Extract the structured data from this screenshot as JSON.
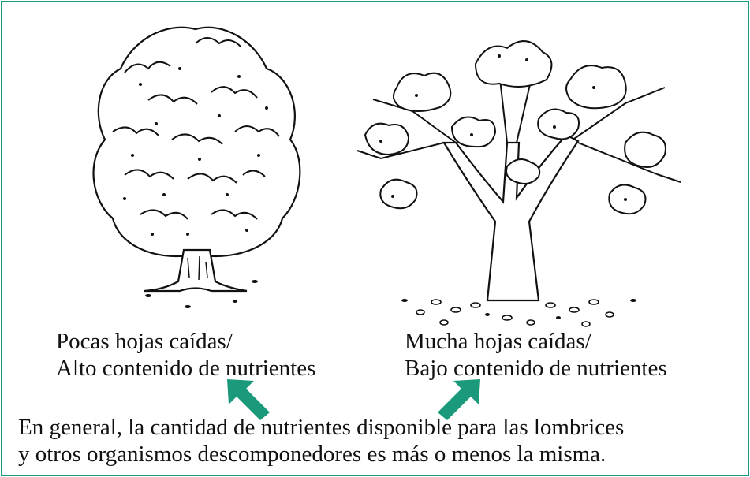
{
  "colors": {
    "border": "#1a9a7a",
    "arrow": "#1a9a7a",
    "ink": "#111111"
  },
  "left_tree": {
    "illustration": "dense-leafy-tree-drawing",
    "caption_line1": "Pocas hojas caídas/",
    "caption_line2": "Alto contenido de nutrientes"
  },
  "right_tree": {
    "illustration": "sparse-branching-tree-drawing",
    "caption_line1": "Mucha hojas caídas/",
    "caption_line2": "Bajo contenido de nutrientes"
  },
  "arrows": [
    "up-left-arrow",
    "up-right-arrow"
  ],
  "summary": {
    "line1": "En general, la cantidad de nutrientes disponible para las lombrices",
    "line2": "y otros organismos descomponedores es más o menos la misma."
  }
}
